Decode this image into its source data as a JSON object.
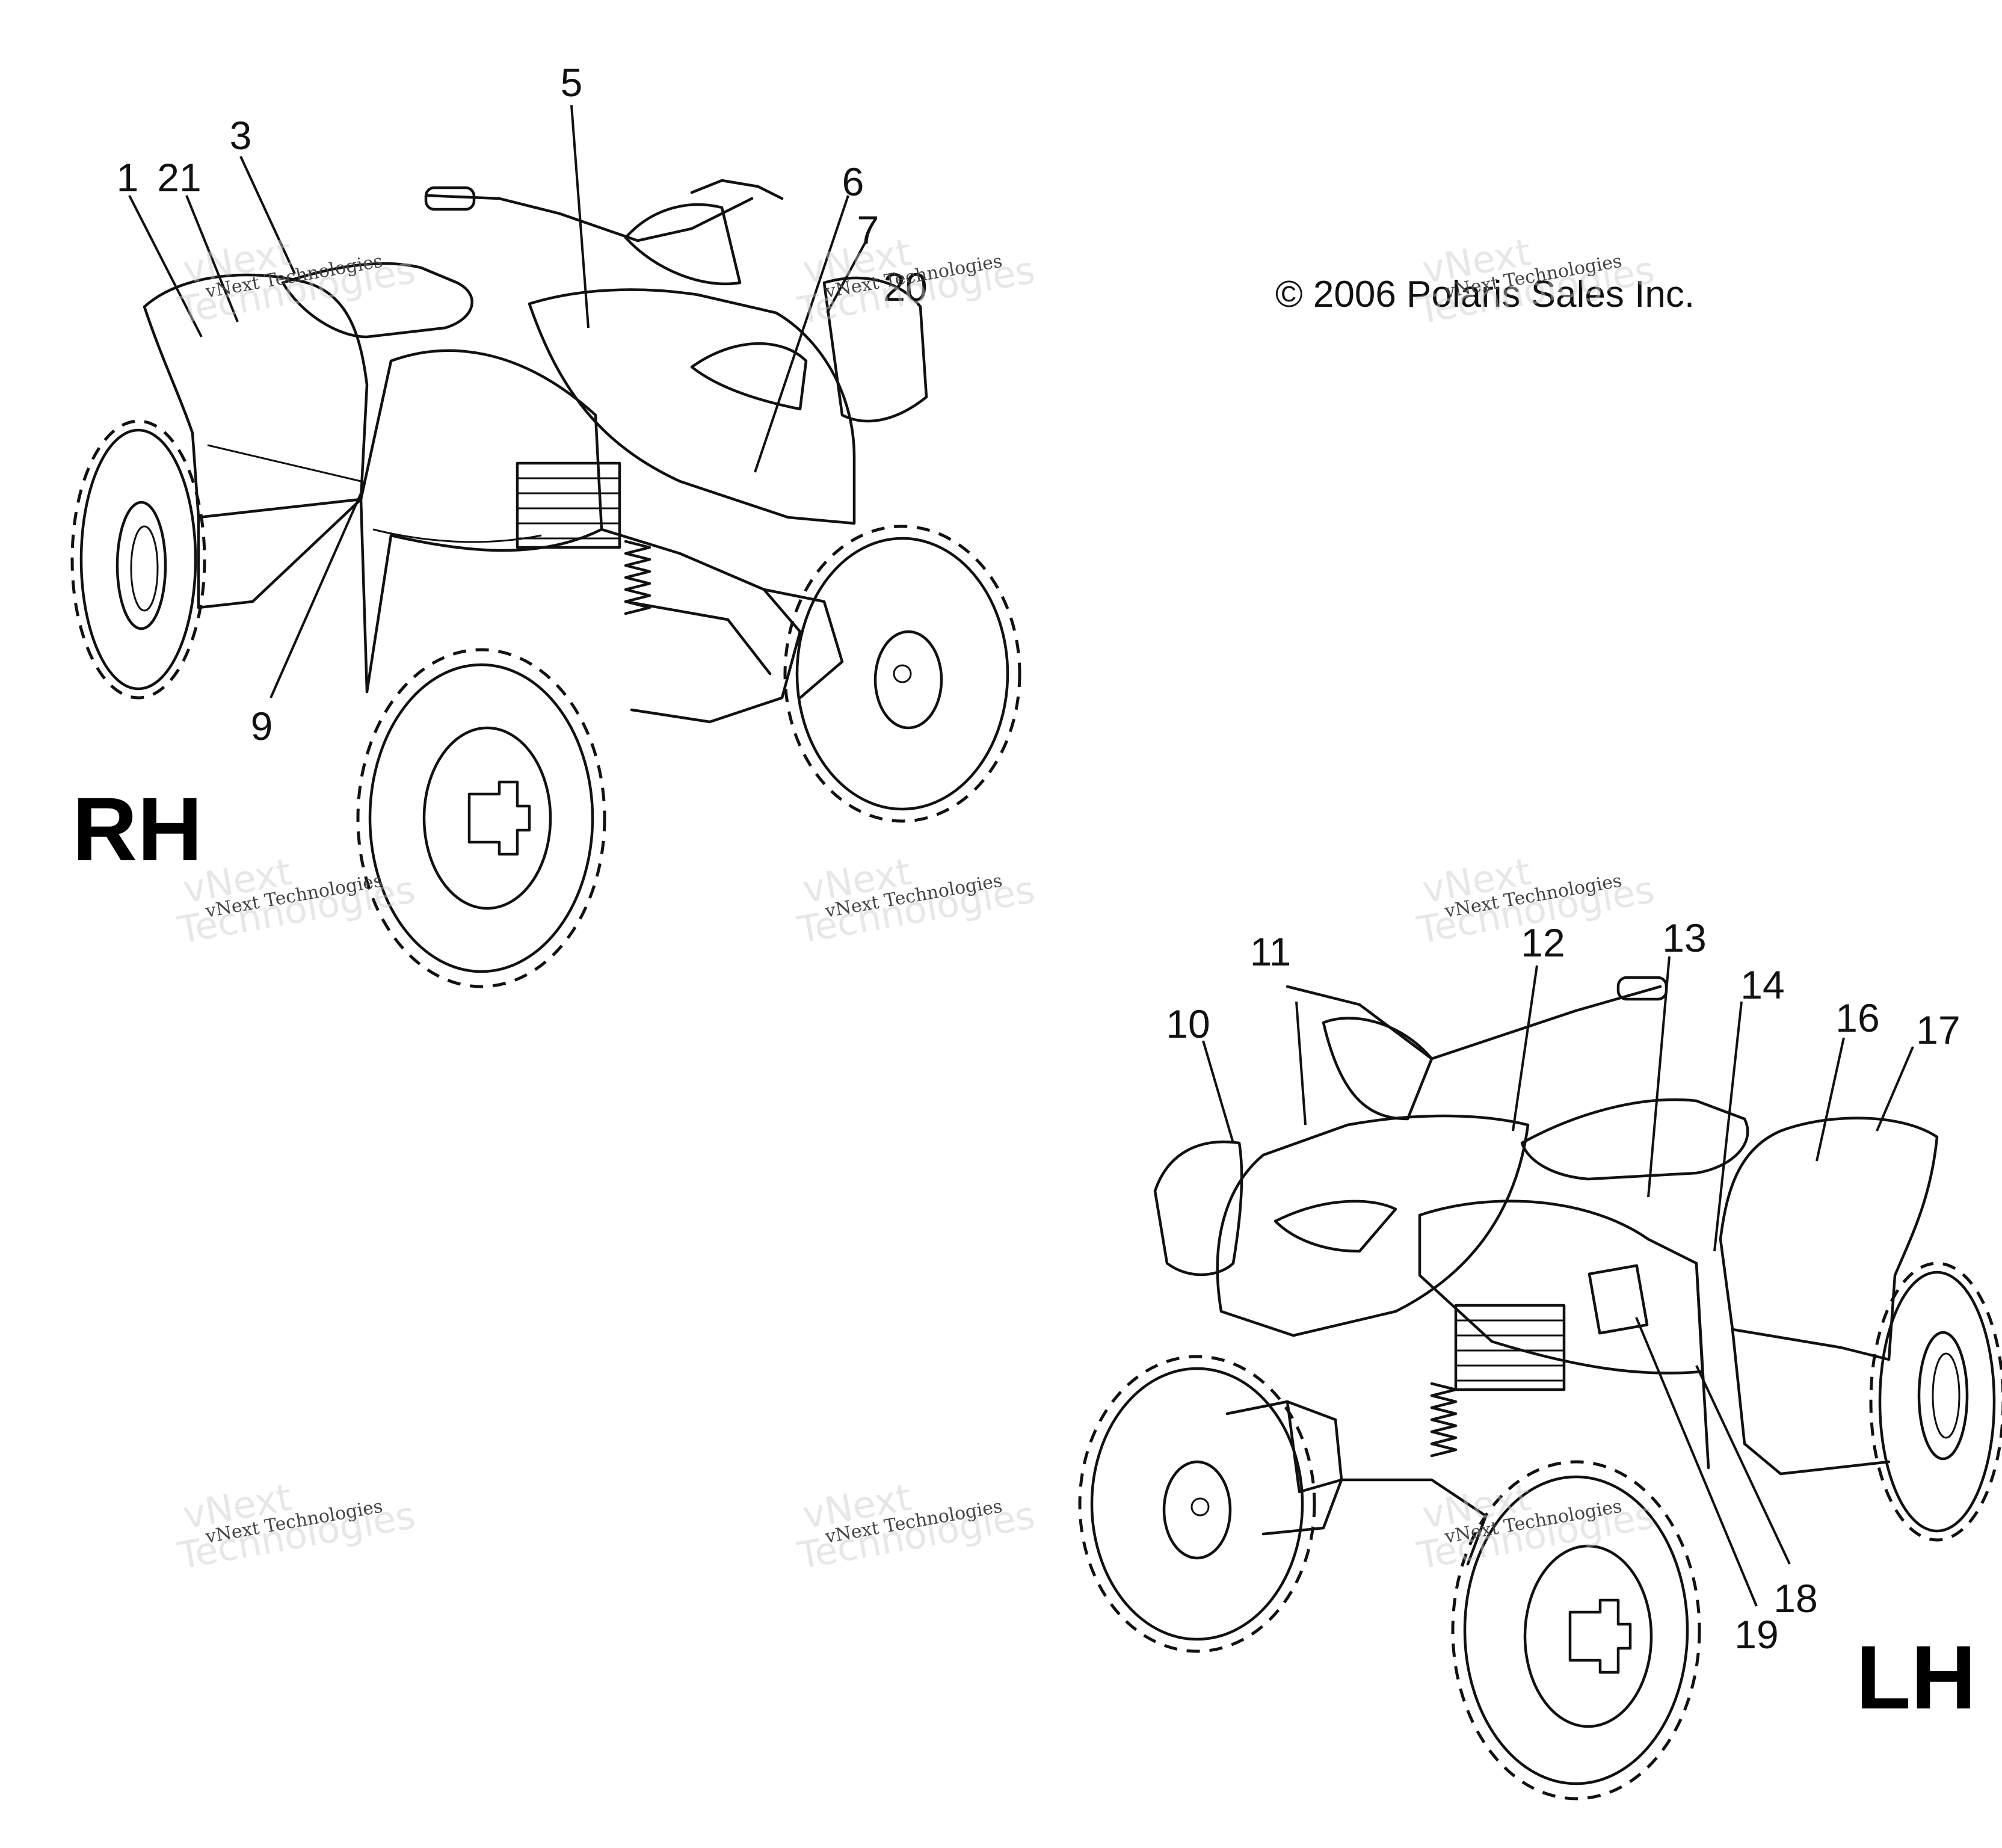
{
  "copyright": "© 2006 Polaris Sales Inc.",
  "views": {
    "rh": {
      "label": "RH",
      "callouts": [
        "1",
        "21",
        "3",
        "5",
        "6",
        "7",
        "20",
        "9"
      ]
    },
    "lh": {
      "label": "LH",
      "callouts": [
        "10",
        "11",
        "12",
        "13",
        "14",
        "16",
        "17",
        "18",
        "19"
      ]
    }
  },
  "watermark": {
    "line1": "vNext Technologies",
    "line2": "vNext",
    "line3": "Technologies"
  },
  "colors": {
    "ink": "#111111",
    "watermark": "#c9c9c9",
    "background": "#ffffff"
  }
}
